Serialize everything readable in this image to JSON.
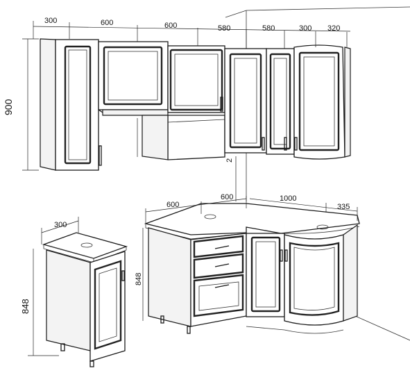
{
  "dimensions": {
    "upper_widths": [
      "300",
      "600",
      "600",
      "580",
      "580",
      "300",
      "320"
    ],
    "upper_height": "900",
    "gap_height": "2",
    "lower_widths_left": [
      "600",
      "600"
    ],
    "lower_widths_right": [
      "1000",
      "335"
    ],
    "lower_height_corner": "848",
    "single_width": "300",
    "single_height": "848"
  }
}
